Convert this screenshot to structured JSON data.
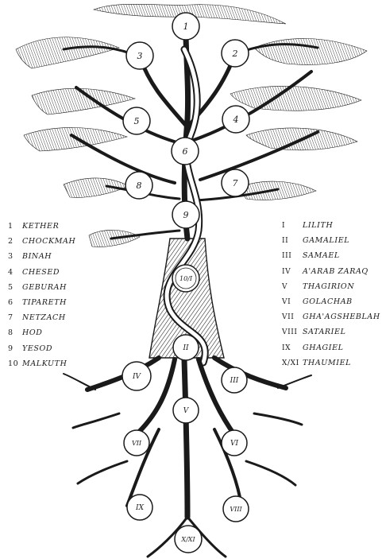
{
  "sephiroth": [
    {
      "num": "1",
      "name": "KETHER"
    },
    {
      "num": "2",
      "name": "CHOCKMAH"
    },
    {
      "num": "3",
      "name": "BINAH"
    },
    {
      "num": "4",
      "name": "CHESED"
    },
    {
      "num": "5",
      "name": "GEBURAH"
    },
    {
      "num": "6",
      "name": "TIPARETH"
    },
    {
      "num": "7",
      "name": "NETZACH"
    },
    {
      "num": "8",
      "name": "HOD"
    },
    {
      "num": "9",
      "name": "YESOD"
    },
    {
      "num": "10",
      "name": "MALKUTH"
    }
  ],
  "qliphoth": [
    {
      "num": "I",
      "name": "LILITH"
    },
    {
      "num": "II",
      "name": "GAMALIEL"
    },
    {
      "num": "III",
      "name": "SAMAEL"
    },
    {
      "num": "IV",
      "name": "A'ARAB ZARAQ"
    },
    {
      "num": "V",
      "name": "THAGIRION"
    },
    {
      "num": "VI",
      "name": "GOLACHAB"
    },
    {
      "num": "VII",
      "name": "GHA'AGSHEBLAH"
    },
    {
      "num": "VIII",
      "name": "SATARIEL"
    },
    {
      "num": "IX",
      "name": "GHAGIEL"
    },
    {
      "num": "X/XI",
      "name": "THAUMIEL"
    }
  ],
  "crown_nodes": [
    "1",
    "3",
    "2",
    "5",
    "4",
    "6",
    "8",
    "7",
    "9",
    "10/I"
  ],
  "root_nodes": [
    "II",
    "IV",
    "III",
    "V",
    "VII",
    "VI",
    "IX",
    "VIII",
    "X/XI"
  ],
  "colors": {
    "ink": "#1a1a1a",
    "paper": "#ffffff"
  }
}
